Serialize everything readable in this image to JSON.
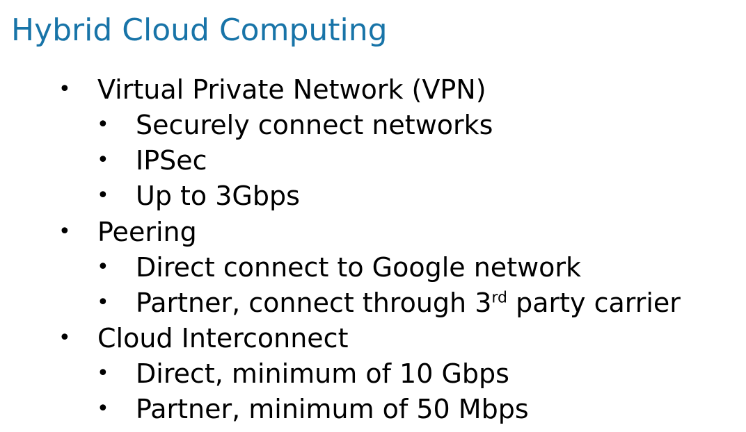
{
  "slide": {
    "title": "Hybrid Cloud Computing",
    "bullet_glyph": "•",
    "items": [
      {
        "label": "Virtual Private Network (VPN)"
      },
      {
        "label": "Securely connect networks"
      },
      {
        "label": "IPSec"
      },
      {
        "label": "Up to 3Gbps"
      },
      {
        "label": "Peering"
      },
      {
        "label": "Direct connect to Google network"
      },
      {
        "label_before": "Partner, connect through 3",
        "label_sup": "rd",
        "label_after": " party carrier"
      },
      {
        "label": "Cloud Interconnect"
      },
      {
        "label": "Direct, minimum of 10 Gbps"
      },
      {
        "label": "Partner, minimum of 50 Mbps"
      }
    ]
  },
  "colors": {
    "title": "#1874a8",
    "text": "#000000",
    "background": "#ffffff"
  }
}
